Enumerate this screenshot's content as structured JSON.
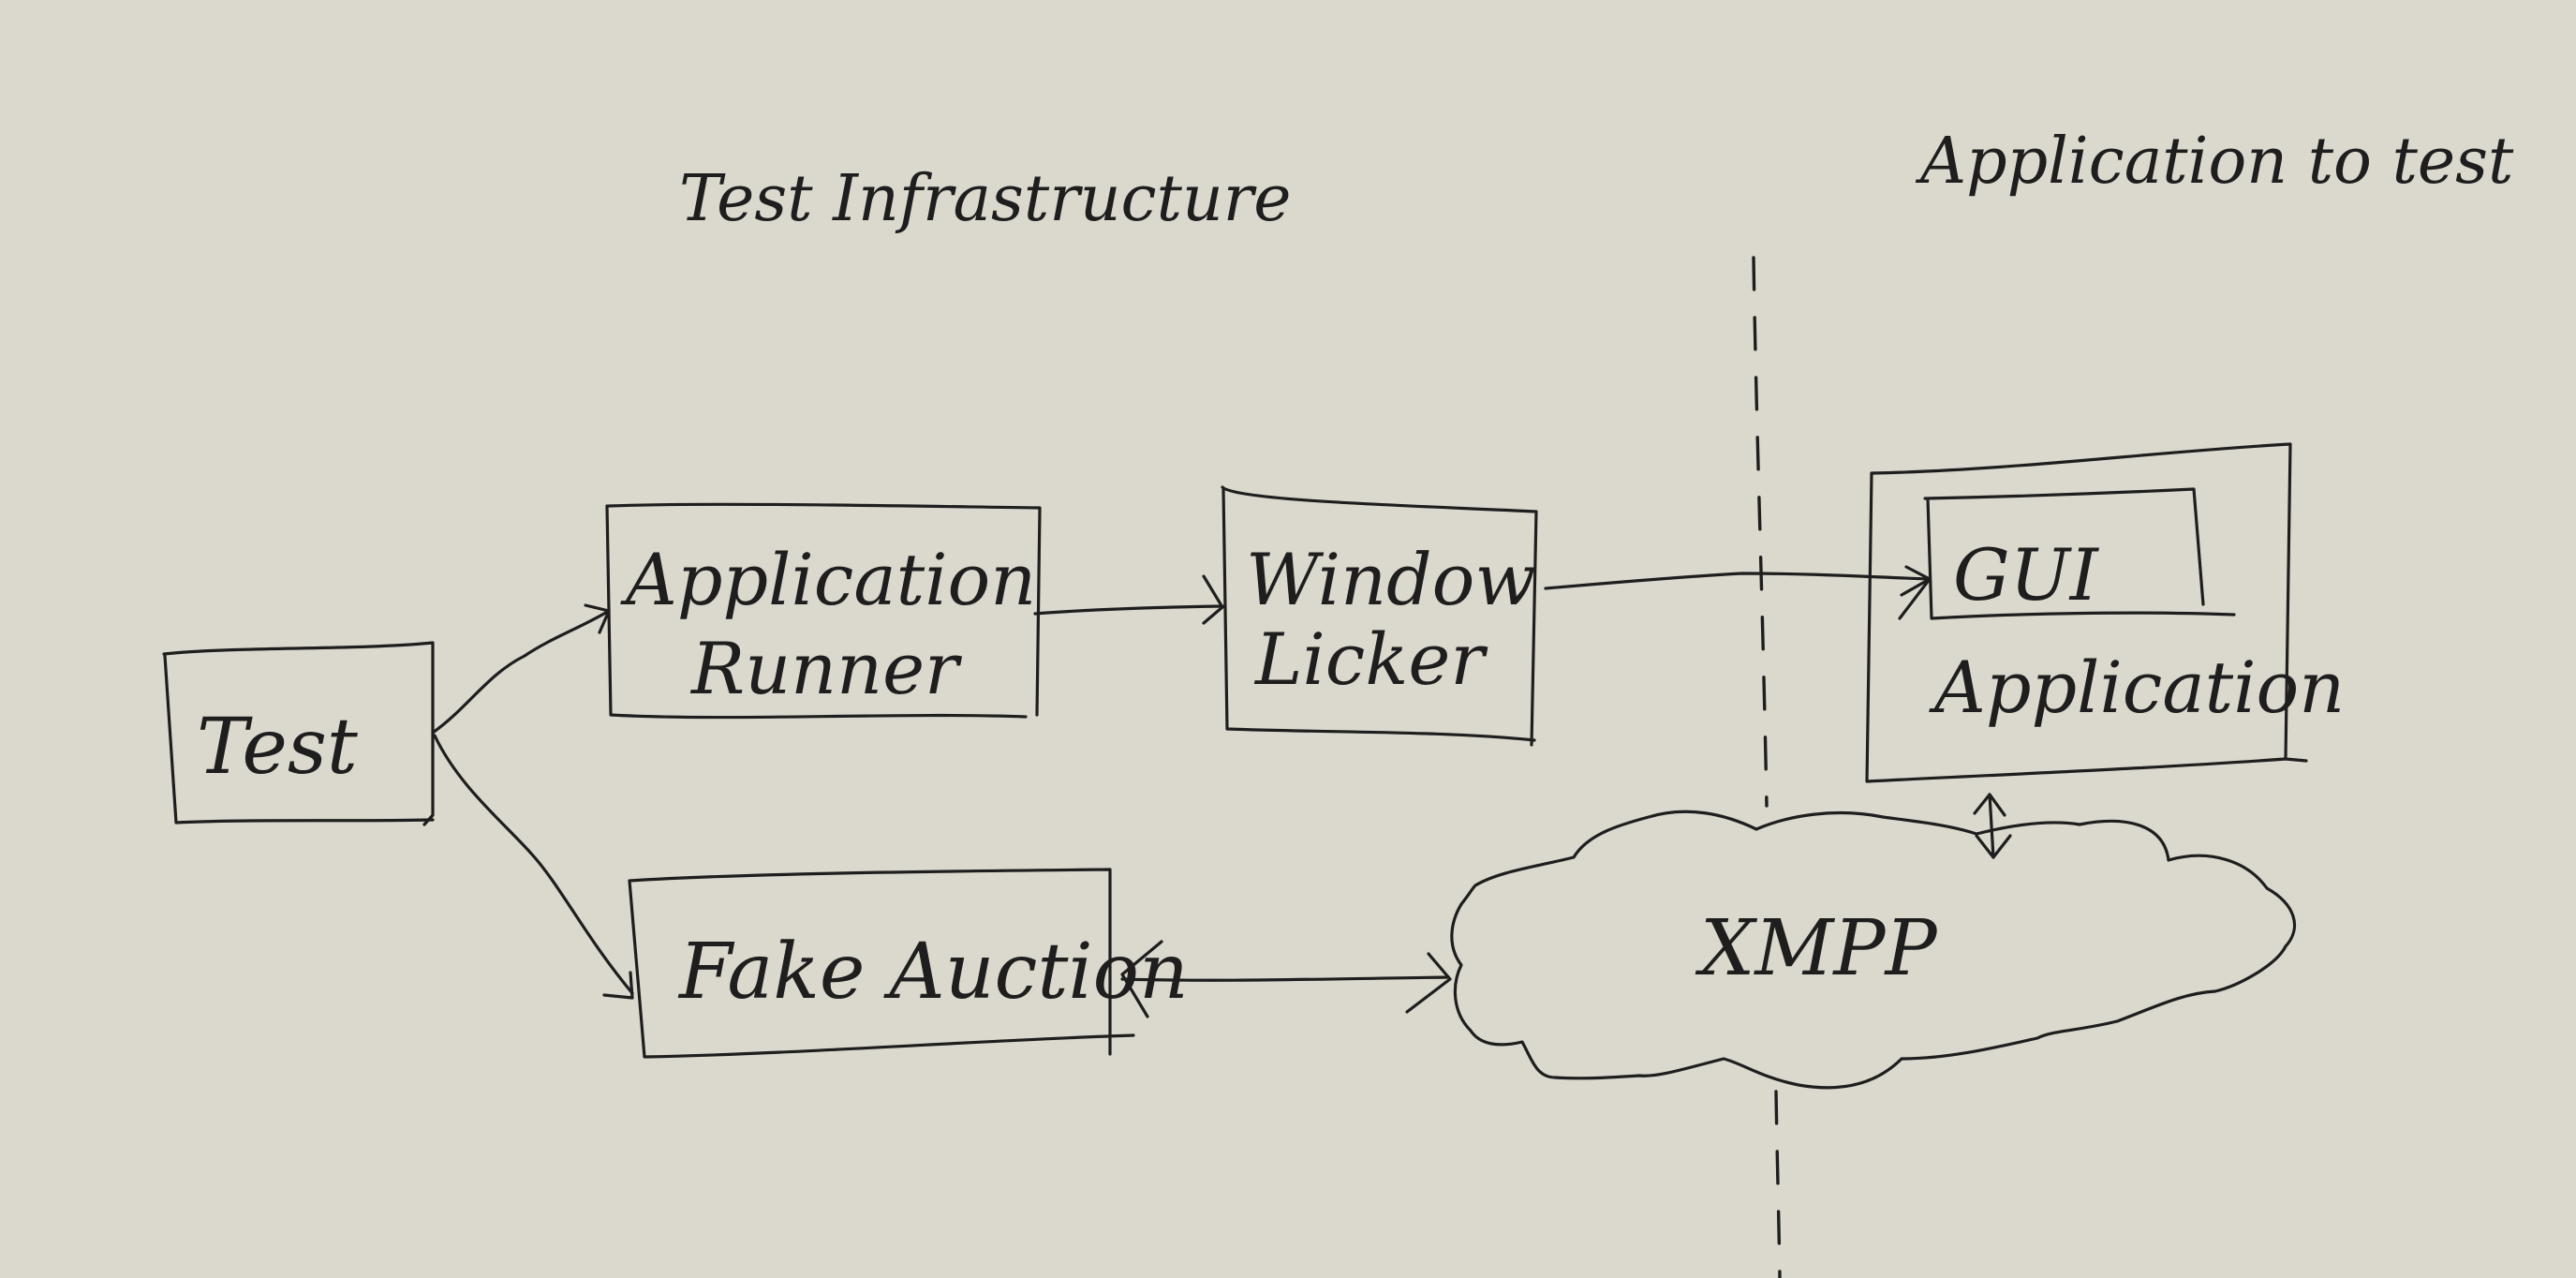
{
  "headings": {
    "left": "Test Infrastructure",
    "right": "Application to test"
  },
  "nodes": {
    "test": "Test",
    "application_runner": [
      "Application",
      "Runner"
    ],
    "window_licker": [
      "Window",
      "Licker"
    ],
    "gui": "GUI",
    "gui_application": "Application",
    "fake_auction": "Fake Auction",
    "xmpp": "XMPP"
  },
  "edges": [
    {
      "from": "Test",
      "to": "Application Runner"
    },
    {
      "from": "Test",
      "to": "Fake Auction"
    },
    {
      "from": "Application Runner",
      "to": "Window Licker"
    },
    {
      "from": "Window Licker",
      "to": "GUI"
    },
    {
      "from": "Fake Auction",
      "to": "XMPP",
      "bidirectional": true
    },
    {
      "from": "Application",
      "to": "XMPP",
      "bidirectional": true
    }
  ],
  "colors": {
    "background": "#dbd9cd",
    "ink": "#1e1e1e"
  }
}
